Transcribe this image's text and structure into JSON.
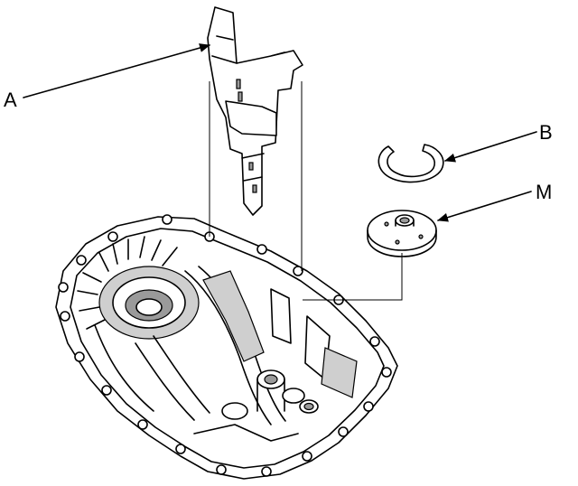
{
  "diagram": {
    "labels": {
      "a": "A",
      "b": "B",
      "m": "M"
    }
  }
}
